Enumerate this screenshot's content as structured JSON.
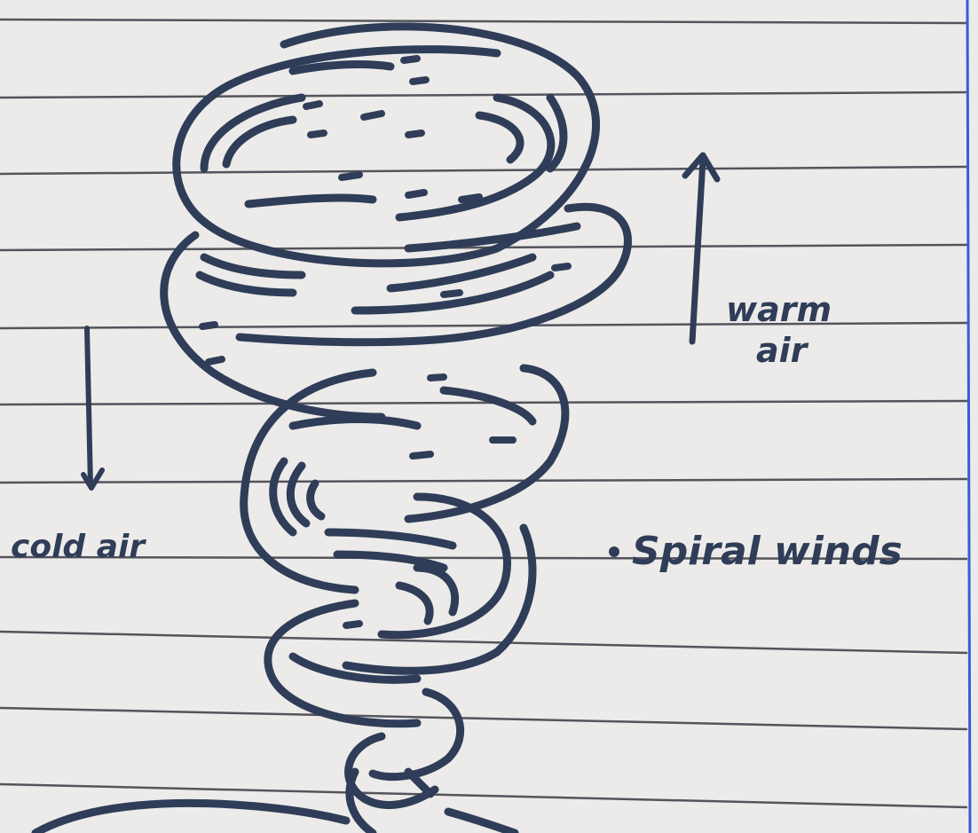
{
  "labels": {
    "warm": [
      "warm",
      "air"
    ],
    "cold": "cold air",
    "spiral": "Spiral winds"
  },
  "colors": {
    "paper": "#ecebe9",
    "ruled_line": "#3a3a44",
    "margin_line": "#3b5bd6",
    "ink": "#2f3d58"
  }
}
